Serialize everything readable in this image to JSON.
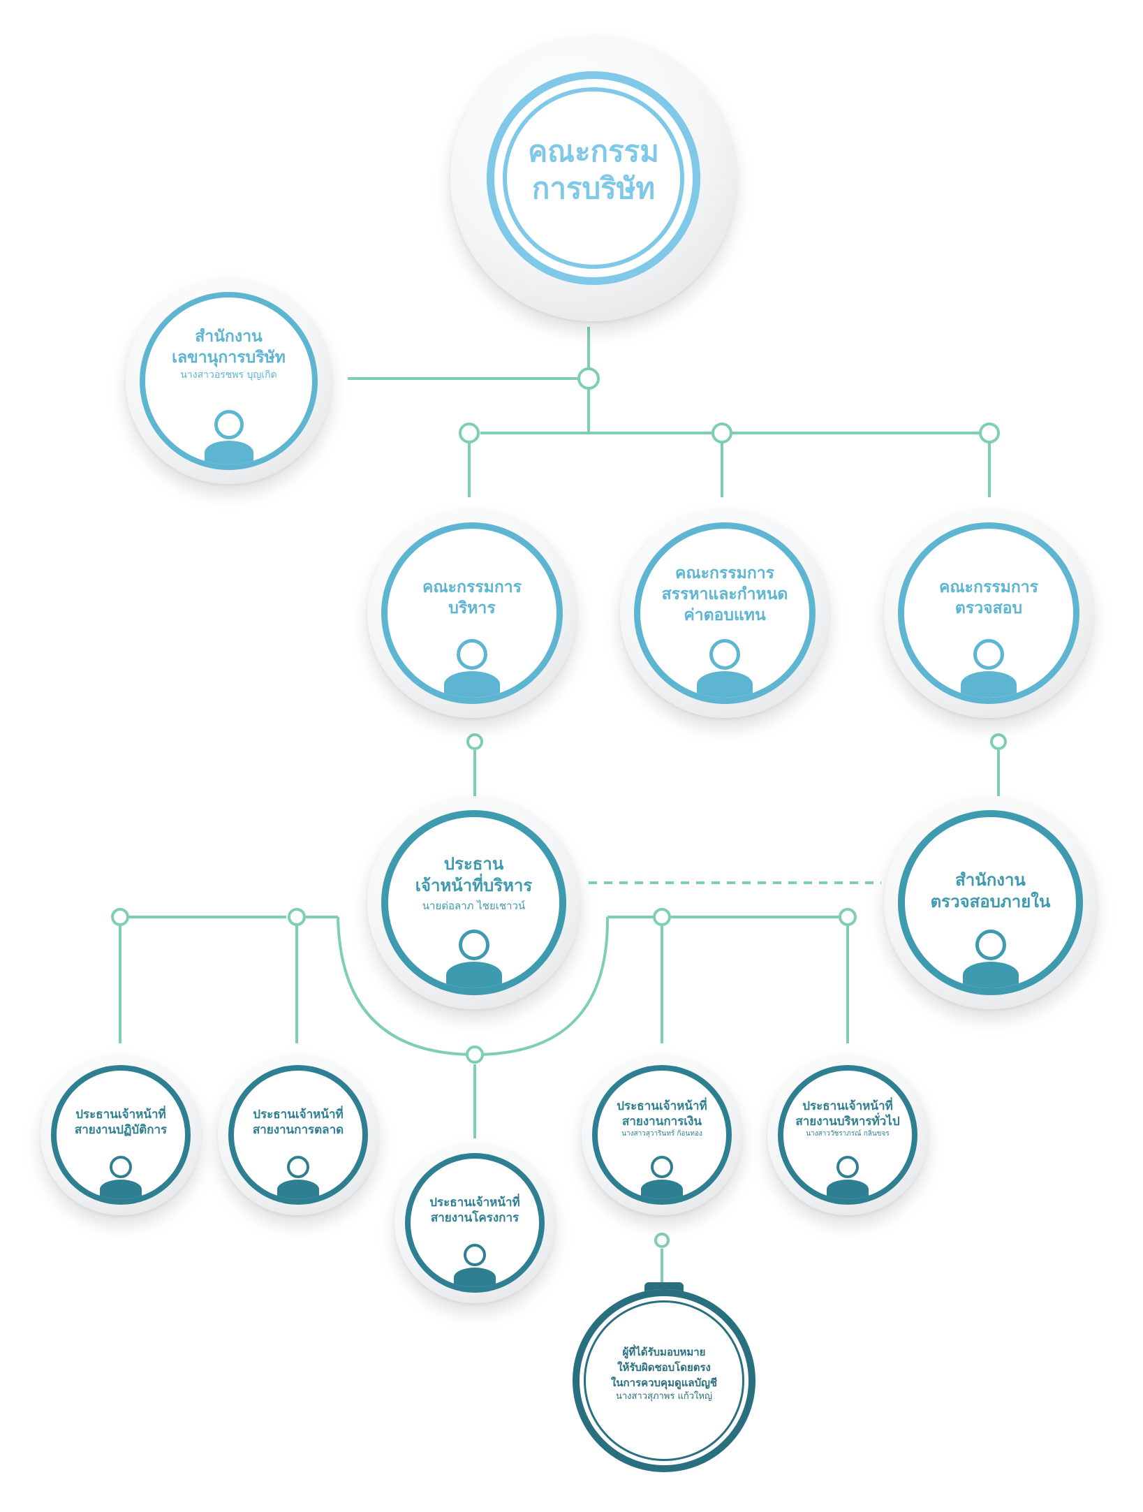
{
  "board": {
    "line1": "คณะกรรม",
    "line2": "การบริษัท"
  },
  "secretary": {
    "line1": "สำนักงาน",
    "line2": "เลขานุการบริษัท",
    "name": "นางสาวอรชพร บุญเกิด"
  },
  "committees": [
    {
      "line1": "คณะกรรมการ",
      "line2": "บริหาร"
    },
    {
      "line1": "คณะกรรมการ",
      "line2": "สรรหาและกำหนด",
      "line3": "ค่าตอบแทน"
    },
    {
      "line1": "คณะกรรมการ",
      "line2": "ตรวจสอบ"
    }
  ],
  "ceo": {
    "line1": "ประธาน",
    "line2": "เจ้าหน้าที่บริหาร",
    "name": "นายต่อลาภ ไชยเชาวน์"
  },
  "internal_audit": {
    "line1": "สำนักงาน",
    "line2": "ตรวจสอบภายใน"
  },
  "divisions": [
    {
      "line1": "ประธานเจ้าหน้าที่",
      "line2": "สายงานปฏิบัติการ"
    },
    {
      "line1": "ประธานเจ้าหน้าที่",
      "line2": "สายงานการตลาด"
    },
    {
      "line1": "ประธานเจ้าหน้าที่",
      "line2": "สายงานโครงการ"
    },
    {
      "line1": "ประธานเจ้าหน้าที่",
      "line2": "สายงานการเงิน",
      "name": "นางสาวสุวารินทร์ ก้อนทอง"
    },
    {
      "line1": "ประธานเจ้าหน้าที่",
      "line2": "สายงานบริหารทั่วไป",
      "name": "นางสาววัชราภรณ์ กลิ่นขจร"
    }
  ],
  "accounting": {
    "line1": "ผู้ที่ได้รับมอบหมาย",
    "line2": "ให้รับผิดชอบโดยตรง",
    "line3": "ในการควบคุมดูแลบัญชี",
    "name": "นางสาวสุภาพร แก้วใหญ่"
  },
  "colors": {
    "connector": "#7ecfb0",
    "board": "#7fc8e8",
    "mid": "#5eb5d2",
    "teal": "#3e9aae",
    "dark": "#2e7f91",
    "accounting": "#2a6f80"
  }
}
